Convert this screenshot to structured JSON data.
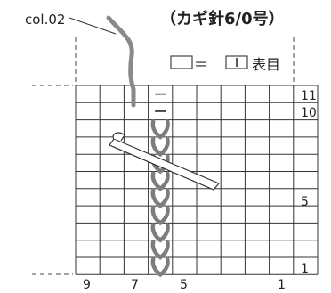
{
  "yarn_label": "col.02",
  "hook_label": "（カギ針6/0号）",
  "legend": {
    "equals": "＝",
    "text": "表目"
  },
  "row_numbers": [
    "11",
    "10",
    "5",
    "1"
  ],
  "column_numbers": [
    "9",
    "7",
    "5",
    "1"
  ],
  "chart_data": {
    "type": "table",
    "columns": 10,
    "rows": 11,
    "chain_rows": 9,
    "stitch_marks_rows": [
      10,
      11
    ],
    "worked_column": 7
  }
}
